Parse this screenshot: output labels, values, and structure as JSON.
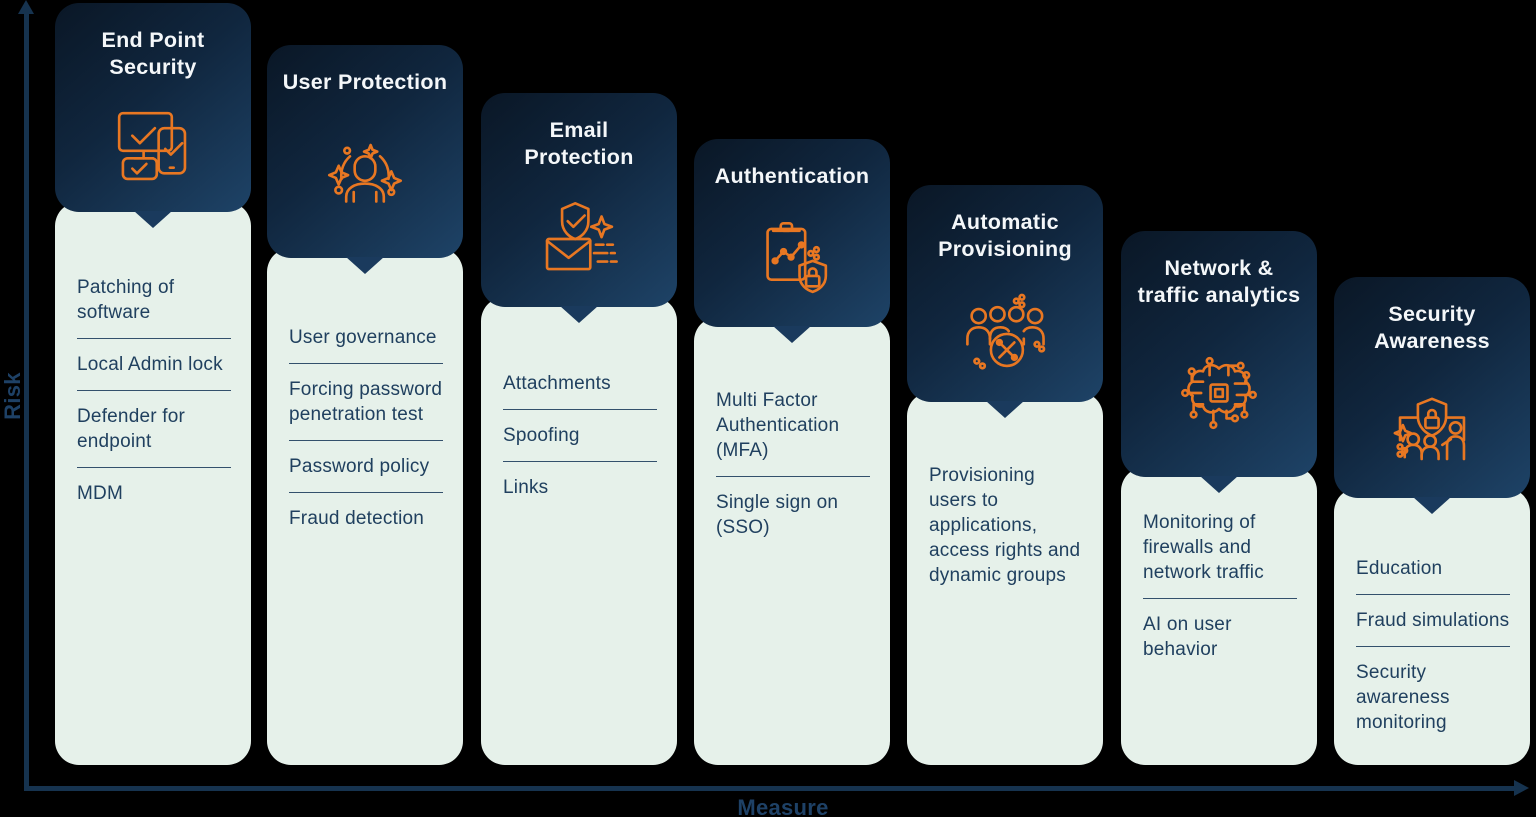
{
  "page": {
    "background": "#000000"
  },
  "colors": {
    "header_gradient_start": "#0a1726",
    "header_gradient_end": "#1e4367",
    "body_bg": "#e6f1ea",
    "item_text": "#20405f",
    "title_text": "#f4f7f9",
    "icon": "#e87722",
    "axis_line": "#16334f",
    "axis_label": "#1e4166"
  },
  "axes": {
    "y_label": "Risk",
    "x_label": "Measure"
  },
  "cards": [
    {
      "title": "End Point Security",
      "icon": "devices-check-icon",
      "items": [
        "Patching of software",
        "Local Admin lock",
        "Defender for endpoint",
        "MDM"
      ]
    },
    {
      "title": "User Protection",
      "icon": "user-sparkles-icon",
      "items": [
        "User governance",
        "Forcing password penetration test",
        "Password policy",
        "Fraud detection"
      ]
    },
    {
      "title": "Email Protection",
      "icon": "email-shield-icon",
      "items": [
        "Attachments",
        "Spoofing",
        "Links"
      ]
    },
    {
      "title": "Authentication",
      "icon": "clipboard-shield-lock-icon",
      "items": [
        "Multi Factor Authentication (MFA)",
        "Single sign on (SSO)"
      ]
    },
    {
      "title": "Automatic Provisioning",
      "icon": "users-group-icon",
      "items": [
        "Provisioning users to applications, access rights and dynamic groups"
      ]
    },
    {
      "title": "Network & traffic analytics",
      "icon": "ai-brain-circuit-icon",
      "items": [
        "Monitoring of firewalls and network traffic",
        "AI on user behavior"
      ]
    },
    {
      "title": "Security Awareness",
      "icon": "training-shield-icon",
      "items": [
        "Education",
        "Fraud simulations",
        "Security awareness monitoring"
      ]
    }
  ]
}
